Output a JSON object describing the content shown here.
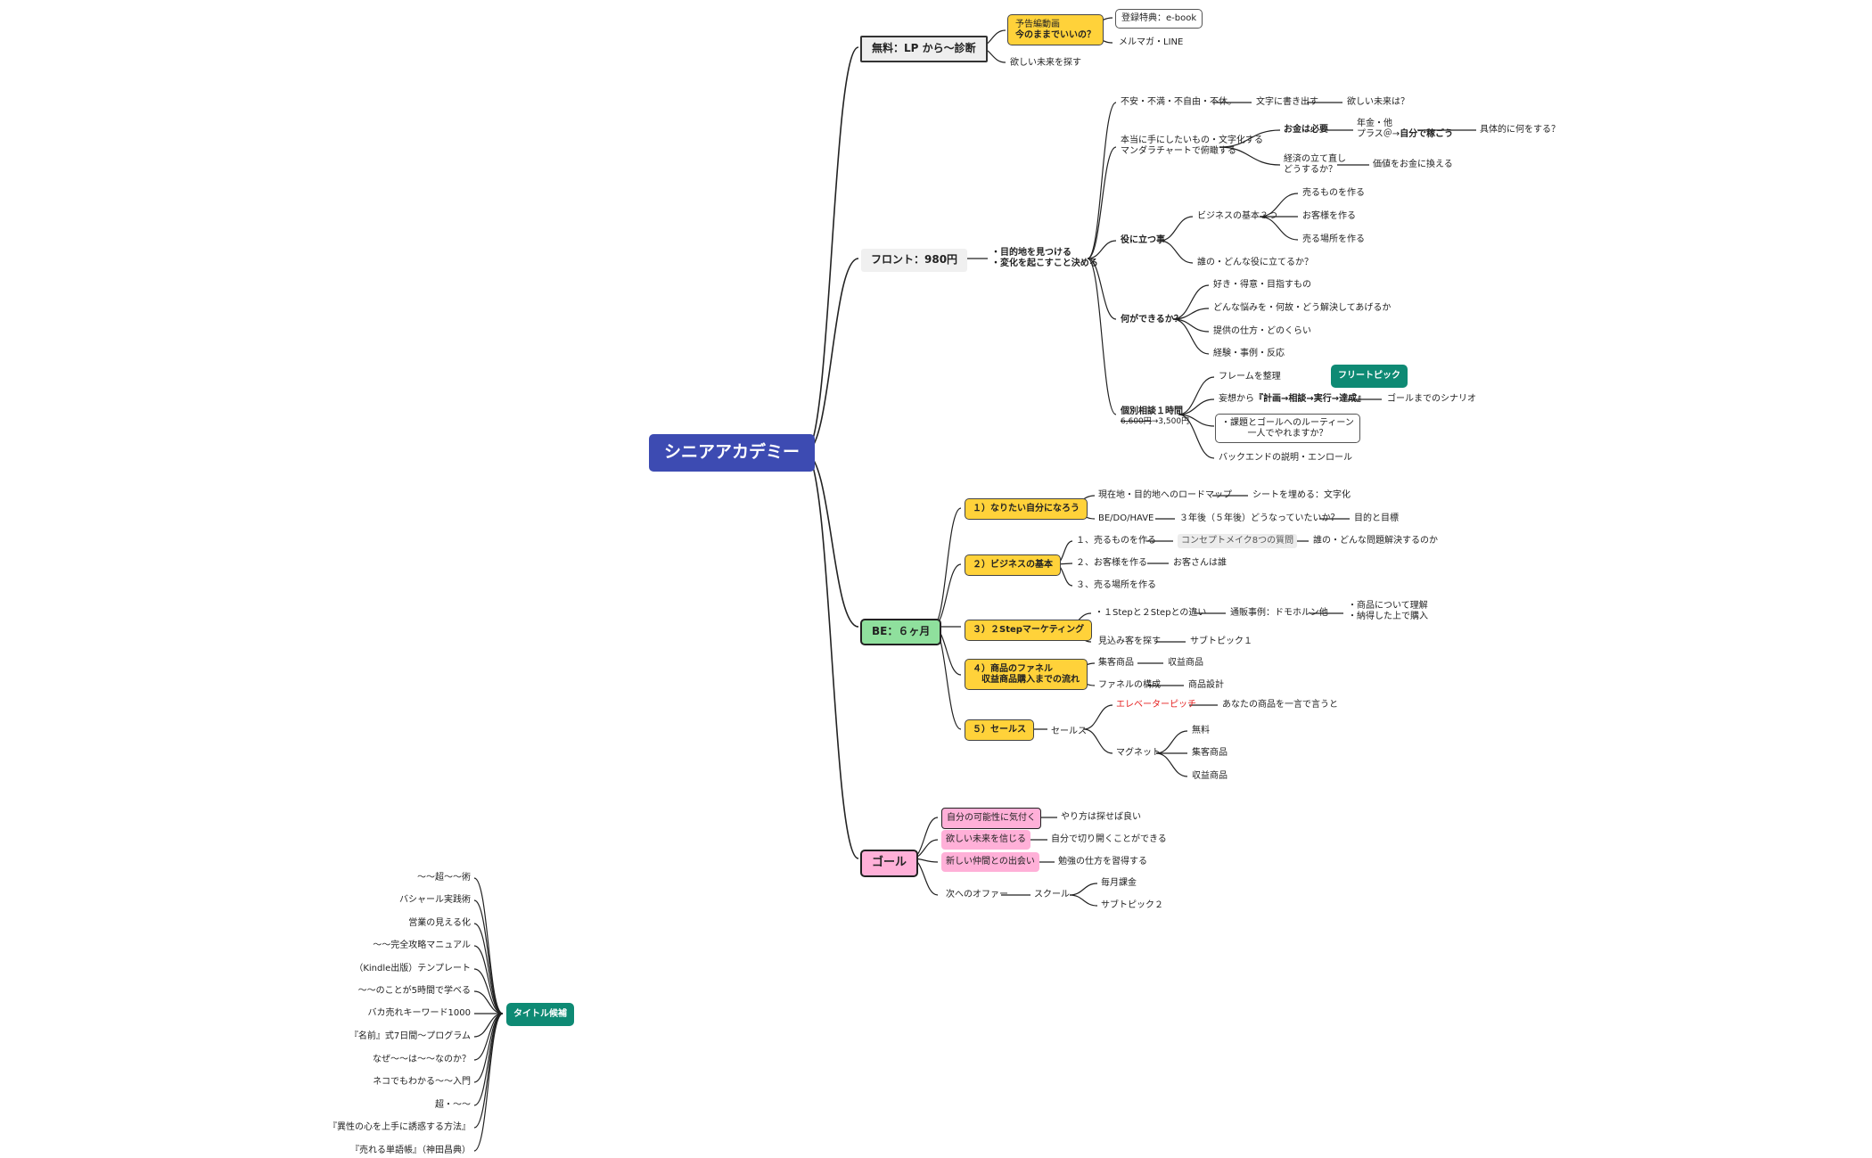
{
  "root": {
    "label": "シニアアカデミー"
  },
  "branches": {
    "free": {
      "label": "無料：LP から〜診断",
      "yokoku": {
        "line1": "予告編動画",
        "line2": "今のままでいいの？"
      },
      "ebook": "登録特典：e-book",
      "mailmag": "メルマガ・LINE",
      "hoshii": "欲しい未来を探す"
    },
    "front": {
      "label": "フロント：980円",
      "goal": {
        "line1": "・目的地を見つける",
        "line2": "・変化を起こすこと決める"
      },
      "fuan": "不安・不満・不自由・不休。",
      "moji": "文字に書き出す",
      "hoshii_mirai": "欲しい未来は？",
      "hontou": {
        "line1": "本当に手にしたいもの・文字化する",
        "line2": "マンダラチャートで俯瞰する"
      },
      "okane": "お金は必要",
      "nenkin": {
        "line1": "年金・他",
        "line2_pre": "プラス＠→",
        "line2_bold": "自分で稼ごう"
      },
      "gutai": "具体的に何をする？",
      "keizai": {
        "line1": "経済の立て直し",
        "line2": "どうするか？"
      },
      "kachi": "価値をお金に換える",
      "yaku": "役に立つ事",
      "kihon3": "ビジネスの基本３つ",
      "ureru_mono": "売るものを作る",
      "okyaku": "お客様を作る",
      "basho": "売る場所を作る",
      "dare": "誰の・どんな役に立てるか？",
      "nani": "何ができるか？",
      "suki": "好き・得意・目指すもの",
      "nayami": "どんな悩みを・何故・どう解決してあげるか",
      "teikyo": "提供の仕方・どのくらい",
      "keiken": "経験・事例・反応",
      "kobetsu": {
        "line1": "個別相談１時間",
        "price_old": "6,600円",
        "price_new": "→3,500円"
      },
      "frame": "フレームを整理",
      "free_pick": "フリートピック",
      "mousou": {
        "pre": "妄想から",
        "bold": "『計画→相談→実行→達成』"
      },
      "scenario": "ゴールまでのシナリオ",
      "kadai": {
        "line1": "・課題とゴールへのルーティーン",
        "line2": "一人でやれますか？"
      },
      "backend": "バックエンドの説明・エンロール"
    },
    "be": {
      "label": "BE：６ヶ月",
      "s1": "１）なりたい自分になろう",
      "roadmap": "現在地・目的地へのロードマップ",
      "sheet": "シートを埋める：文字化",
      "bedo": "BE/DO/HAVE",
      "sannen": "３年後（５年後）どうなっていたいか？",
      "mokuteki": "目的と目標",
      "s2": "２）ビジネスの基本",
      "k1": "１、売るものを作る",
      "concept": "コンセプトメイク8つの質問",
      "dare_mondai": "誰の・どんな問題解決するのか",
      "k2": "２、お客様を作る",
      "okyakusan": "お客さんは誰",
      "k3": "３、売る場所を作る",
      "s3": "３）２Stepマーケティング",
      "step": "・１Stepと２Stepとの違い",
      "tsuhan": "通販事例：ドモホルン他",
      "shohin": {
        "line1": "・商品について理解",
        "line2": "・納得した上で購入"
      },
      "mikomi": "見込み客を探す",
      "subtopic1": "サブトピック１",
      "s4": {
        "line1": "４）商品のファネル",
        "line2": "　収益商品購入までの流れ"
      },
      "shuukyaku": "集客商品",
      "shueki": "収益商品",
      "funnel": "ファネルの構成",
      "sekkei": "商品設計",
      "s5": "５）セールス",
      "sales": "セールス",
      "elevator": "エレベーターピッチ",
      "anata": "あなたの商品を一言で言うと",
      "magnet": "マグネット",
      "muryou": "無料",
      "m_shuukyaku": "集客商品",
      "m_shueki": "収益商品"
    },
    "goal": {
      "label": "ゴール",
      "g1": "自分の可能性に気付く",
      "yarikata": "やり方は探せば良い",
      "g2": "欲しい未来を信じる",
      "kirihiraku": "自分で切り開くことができる",
      "g3": "新しい仲間との出会い",
      "benkyou": "勉強の仕方を習得する",
      "next": "次へのオファー",
      "school": "スクール",
      "maitsuki": "毎月課金",
      "subtopic2": "サブトピック２"
    }
  },
  "titles": {
    "label": "タイトル候補",
    "items": [
      "〜〜超〜〜術",
      "バシャール実践術",
      "営業の見える化",
      "〜〜完全攻略マニュアル",
      "（Kindle出版）テンプレート",
      "〜〜のことが5時間で学べる",
      "バカ売れキーワード1000",
      "『名前』式7日間〜プログラム",
      "なぜ〜〜は〜〜なのか？",
      "ネコでもわかる〜〜入門",
      "超・〜〜",
      "『異性の心を上手に誘惑する方法』",
      "『売れる単語帳』（神田昌典）"
    ]
  },
  "colors": {
    "root": "#3d4bb2",
    "yellow": "#ffd23a",
    "green": "#8fe09d",
    "pink": "#ffb0d8",
    "teal": "#0e8a74",
    "red": "#e52020"
  }
}
